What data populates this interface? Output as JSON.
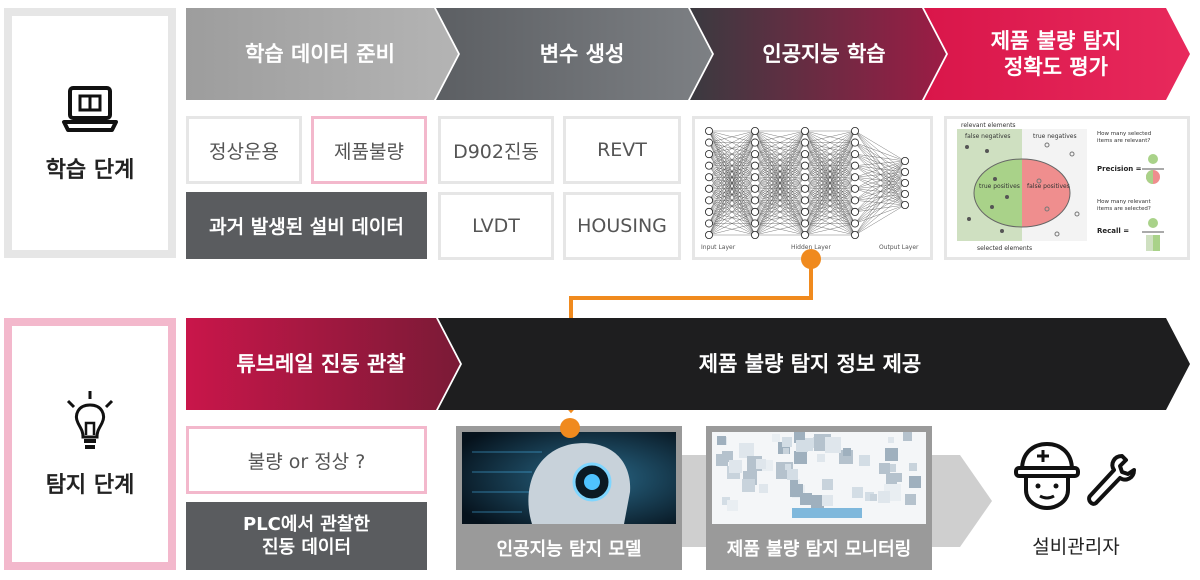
{
  "learning_stage": {
    "label": "학습 단계",
    "icon": "laptop-icon",
    "steps": [
      "학습 데이터 준비",
      "변수 생성",
      "인공지능 학습",
      "제품 불량 탐지\n정확도 평가"
    ],
    "data_tiles": {
      "normal": "정상운용",
      "defect": "제품불량",
      "history": "과거 발생된 설비 데이터"
    },
    "variable_tiles": [
      "D902진동",
      "REVT",
      "LVDT",
      "HOUSING"
    ],
    "nn_labels": {
      "input": "Input Layer",
      "hidden": "Hidden Layer",
      "output": "Output Layer"
    },
    "eval_figure": {
      "relevant": "relevant elements",
      "false_negatives": "false negatives",
      "true_negatives": "true negatives",
      "true_positives": "true positives",
      "false_positives": "false positives",
      "selected": "selected elements",
      "precision_q": "How many selected items are relevant?",
      "precision": "Precision =",
      "recall_q": "How many relevant items are selected?",
      "recall": "Recall ="
    }
  },
  "detection_stage": {
    "label": "탐지 단계",
    "icon": "lightbulb-icon",
    "steps": [
      "튜브레일 진동 관찰",
      "제품 불량 탐지 정보 제공"
    ],
    "question_tile": "불량 or 정상 ?",
    "plc_tile": "PLC에서 관찰한\n진동 데이터",
    "model_caption": "인공지능 탐지 모델",
    "monitor_caption": "제품 불량 탐지 모니터링",
    "manager_label": "설비관리자",
    "manager_icons": [
      "helmet-worker-icon",
      "wrench-icon"
    ]
  },
  "colors": {
    "step1": "#a6a6a6",
    "step2": "#6b6e72",
    "step3": "#7a2440",
    "step4": "#e0194f",
    "connector": "#f08a1e",
    "tile_border": "#e6e6e6",
    "pink_border": "#f3b8cc"
  }
}
